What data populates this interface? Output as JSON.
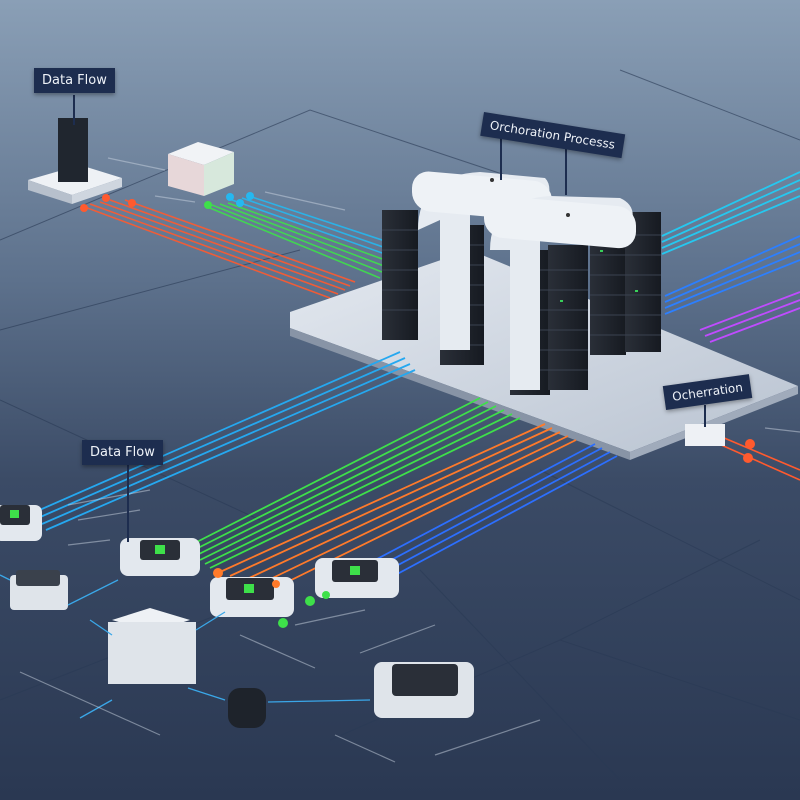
{
  "labels": {
    "data_flow_top": "Data Flow",
    "data_flow_bottom": "Data Flow",
    "orchestration_process": "Orchoration Processs",
    "orchestration": "Ocherration"
  },
  "colors": {
    "orange": "#ff5a2e",
    "green": "#3ee04a",
    "blue": "#2c7fff",
    "cyan": "#25b8f0",
    "magenta": "#c04bff",
    "sign_bg": "#1d2d4f"
  }
}
